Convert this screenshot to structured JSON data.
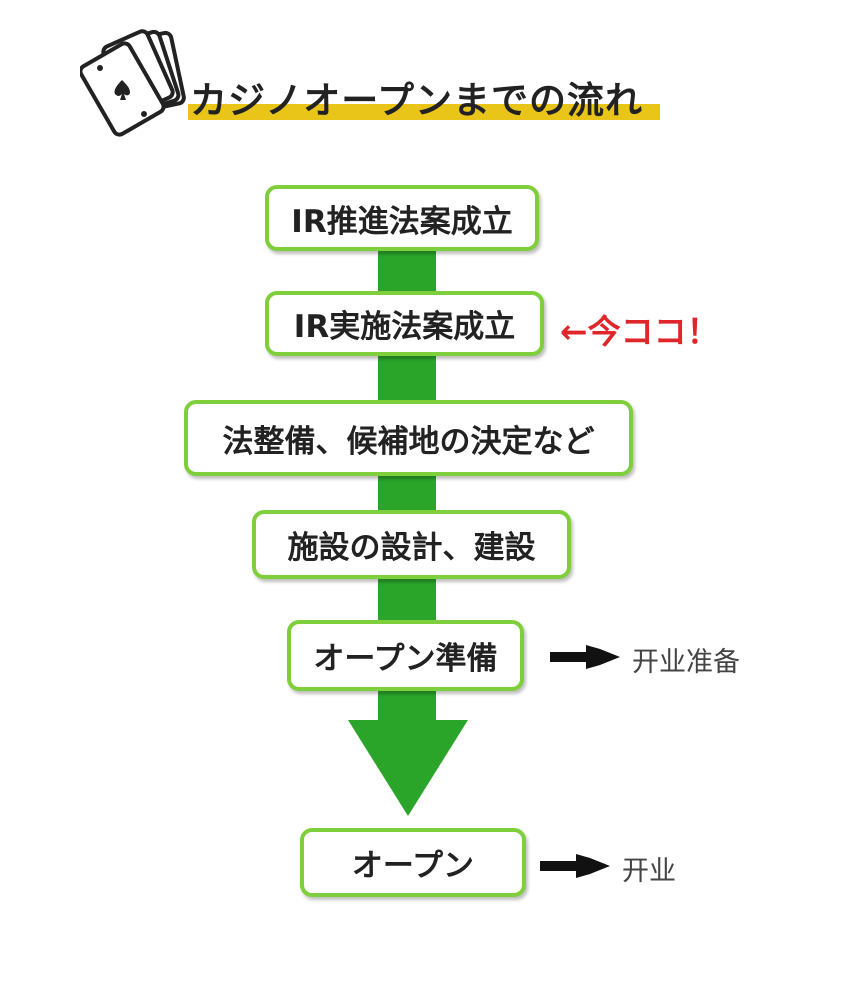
{
  "title": "カジノオープンまでの流れ",
  "steps": [
    {
      "label": "IR推進法案成立"
    },
    {
      "label": "IR実施法案成立"
    },
    {
      "label": "法整備、候補地の決定など"
    },
    {
      "label": "施設の設計、建設"
    },
    {
      "label": "オープン準備"
    },
    {
      "label": "オープン"
    }
  ],
  "current_marker": "←今ココ！",
  "annotations": [
    "开业准备",
    "开业"
  ],
  "colors": {
    "flow": "#2aa52a",
    "box_border": "#7fcf3c",
    "underline": "#e9c51a",
    "marker": "#e0252b"
  }
}
